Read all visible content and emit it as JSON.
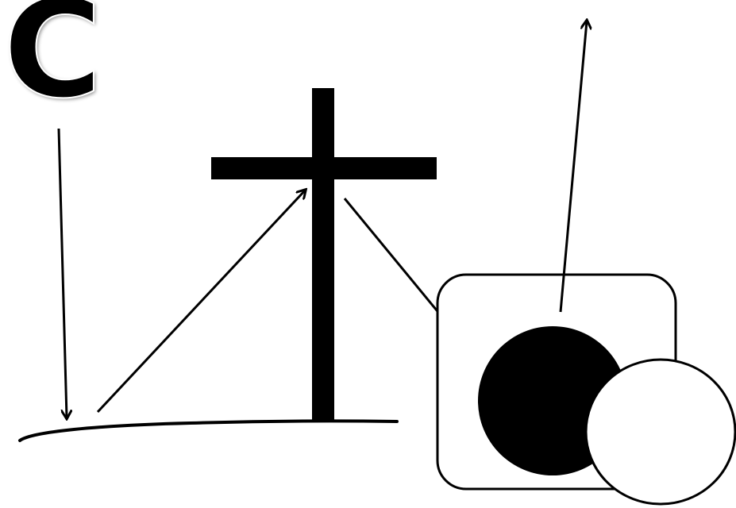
{
  "panel": {
    "label": "C"
  },
  "colors": {
    "ink": "#000000",
    "paper": "#ffffff"
  },
  "elements": {
    "ground": "ground-line",
    "cross": "cross",
    "box": "rounded-box",
    "filled_circle": "black-circle",
    "empty_circle": "white-circle",
    "arrows": [
      "arrow-down-to-ground",
      "arrow-ground-to-cross",
      "arrow-cross-to-circle",
      "arrow-up-out-of-box"
    ]
  }
}
